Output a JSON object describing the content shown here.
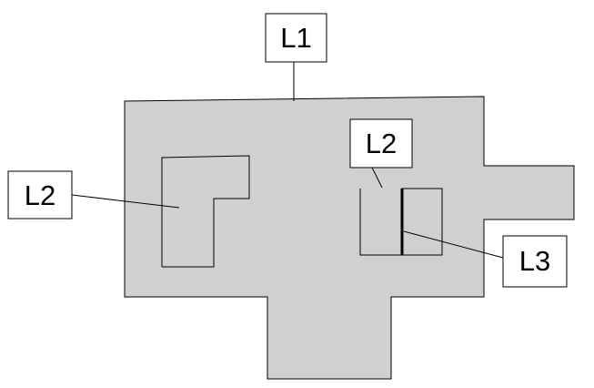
{
  "colors": {
    "background": "#ffffff",
    "region_fill": "#d0d0d0",
    "stroke": "#000000",
    "label_box": "#ffffff"
  },
  "labels": {
    "l1_top": "L1",
    "l2_left": "L2",
    "l2_center": "L2",
    "l3_right": "L3"
  }
}
